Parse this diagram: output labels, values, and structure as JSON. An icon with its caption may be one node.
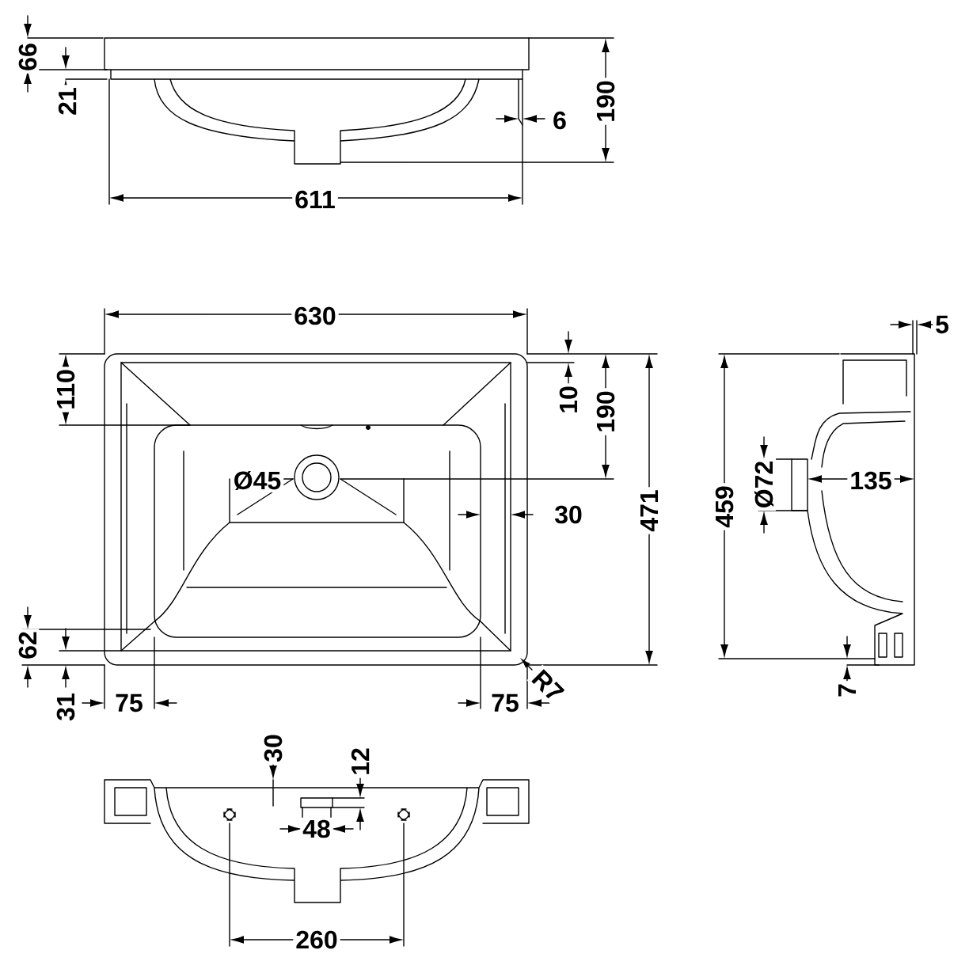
{
  "diagram": {
    "labels": [
      "66",
      "190",
      "21",
      "6",
      "611",
      "630",
      "5",
      "110",
      "10",
      "190",
      "Ø45",
      "459",
      "Ø72",
      "135",
      "30",
      "471",
      "62",
      "31",
      "75",
      "75",
      "R7",
      "7",
      "30",
      "12",
      "48",
      "260"
    ]
  }
}
